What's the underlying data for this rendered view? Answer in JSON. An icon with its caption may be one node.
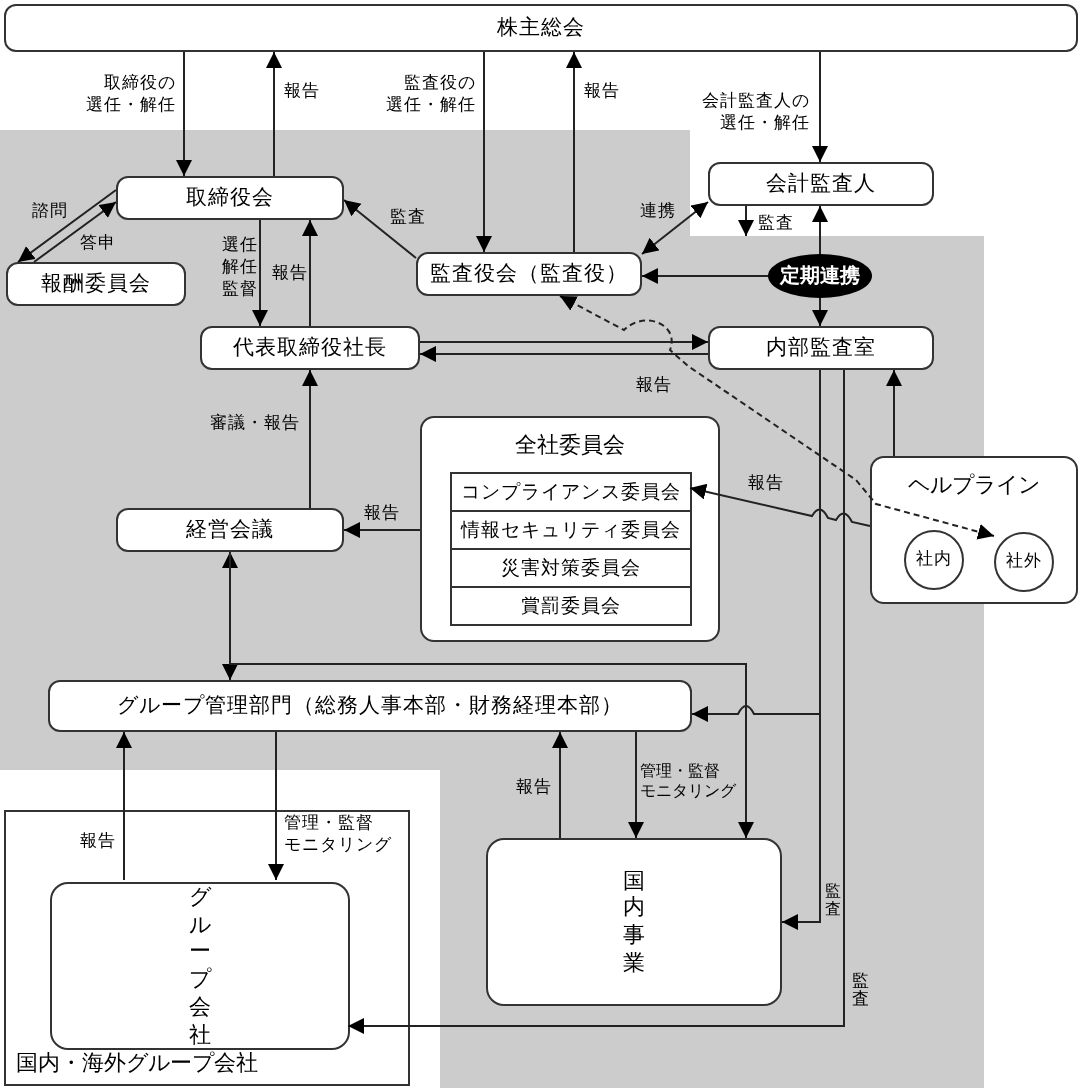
{
  "diagram": {
    "nodes": [
      {
        "text": [
          "株主総会"
        ]
      },
      {
        "text": [],
        "shape": "box"
      },
      {
        "text": [
          "取締役会"
        ],
        "in": 1
      },
      {
        "text": [
          "報酬委員会"
        ],
        "in": 1
      },
      {
        "text": [
          "会計監査人"
        ]
      },
      {
        "text": [
          "監査役会（監査役）"
        ],
        "in": 1
      },
      {
        "text": [
          "定期連携"
        ],
        "in": 1
      },
      {
        "text": [
          "代表取締役社長"
        ],
        "in": 1
      },
      {
        "text": [
          "内部監査室"
        ],
        "in": 1
      },
      {
        "text": [
          "全社委員会"
        ],
        "in": 1
      },
      {
        "text": [
          "コンプライアンス委員会"
        ],
        "in": 9
      },
      {
        "text": [
          "情報セキュリティ委員会"
        ],
        "in": 9
      },
      {
        "text": [
          "災害対策委員会"
        ],
        "in": 9
      },
      {
        "text": [
          "賞罰委員会"
        ],
        "in": 9
      },
      {
        "text": [
          "経営会議"
        ],
        "in": 1
      },
      {
        "text": [
          "ヘルプライン"
        ]
      },
      {
        "text": [
          "社内"
        ]
      },
      {
        "text": [
          "社外"
        ],
        "in": 15
      },
      {
        "text": [
          "グループ管理部門（総務人事本部・財務経理本部）"
        ],
        "in": 1
      },
      {
        "text": [
          "国内事業"
        ],
        "in": 1
      },
      {
        "text": [
          "国内・海外グループ会社"
        ]
      },
      {
        "text": [
          "グループ会社"
        ],
        "in": 20
      }
    ],
    "edges": [
      {
        "from": 0,
        "to": 2,
        "arrow": "to",
        "label": "取締役の選任・解任"
      },
      {
        "from": 2,
        "to": 0,
        "arrow": "to",
        "label": "報告"
      },
      {
        "from": 0,
        "to": 5,
        "arrow": "to",
        "label": "監査役の選任・解任"
      },
      {
        "from": 5,
        "to": 0,
        "arrow": "to",
        "label": "報告"
      },
      {
        "from": 0,
        "to": 4,
        "arrow": "to",
        "label": "会計監査人の選任・解任"
      },
      {
        "from": 2,
        "to": 3,
        "arrow": "to",
        "label": "諮問"
      },
      {
        "from": 3,
        "to": 2,
        "arrow": "to",
        "label": "答申"
      },
      {
        "from": 5,
        "to": 2,
        "arrow": "to",
        "label": "監査"
      },
      {
        "from": 4,
        "to": 5,
        "arrow": "both",
        "label": "連携"
      },
      {
        "from": 4,
        "to": 1,
        "arrow": "to",
        "label": "監査"
      },
      {
        "from": 6,
        "to": 4,
        "arrow": "to"
      },
      {
        "from": 6,
        "to": 5,
        "arrow": "to"
      },
      {
        "from": 6,
        "to": 8,
        "arrow": "to"
      },
      {
        "from": 2,
        "to": 7,
        "arrow": "to",
        "label": "選任解任監督"
      },
      {
        "from": 7,
        "to": 2,
        "arrow": "to",
        "label": "報告"
      },
      {
        "from": 7,
        "to": 8,
        "arrow": "to"
      },
      {
        "from": 8,
        "to": 7,
        "arrow": "to"
      },
      {
        "from": 14,
        "to": 7,
        "arrow": "to",
        "label": "審議・報告"
      },
      {
        "from": 9,
        "to": 14,
        "arrow": "to",
        "label": "報告"
      },
      {
        "from": 15,
        "to": 10,
        "arrow": "to",
        "label": "報告"
      },
      {
        "from": 5,
        "to": 17,
        "arrow": "both",
        "style": "dashed",
        "label": "報告"
      },
      {
        "from": 15,
        "to": 8,
        "arrow": "to"
      },
      {
        "from": 14,
        "to": 18,
        "arrow": "both"
      },
      {
        "from": 14,
        "to": 19,
        "arrow": "to"
      },
      {
        "from": 8,
        "to": 18,
        "arrow": "to"
      },
      {
        "from": 8,
        "to": 19,
        "arrow": "to",
        "label": "監査"
      },
      {
        "from": 8,
        "to": 21,
        "arrow": "to",
        "label": "監査"
      },
      {
        "from": 19,
        "to": 18,
        "arrow": "to",
        "label": "報告"
      },
      {
        "from": 18,
        "to": 19,
        "arrow": "to",
        "label": "管理・監督モニタリング"
      },
      {
        "from": 21,
        "to": 18,
        "arrow": "to",
        "label": "報告"
      },
      {
        "from": 18,
        "to": 21,
        "arrow": "to",
        "label": "管理・監督モニタリング"
      }
    ]
  }
}
